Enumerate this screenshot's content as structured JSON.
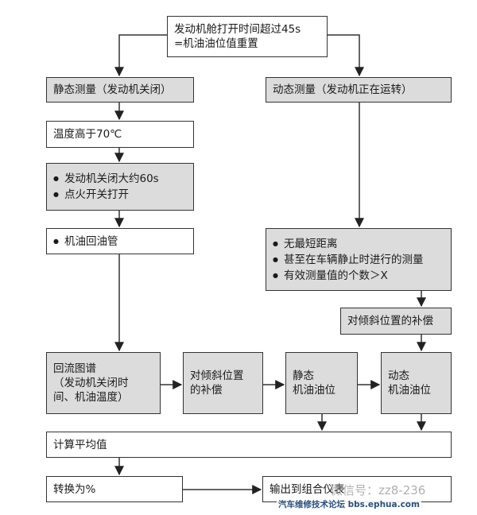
{
  "nodes": {
    "start": {
      "line1": "发动机舱打开时间超过45s",
      "line2": "=机油油位值重置"
    },
    "static_measure": {
      "label": "静态测量（发动机关闭）"
    },
    "dynamic_measure": {
      "label": "动态测量（发动机正在运转）"
    },
    "temp": {
      "label": "温度高于70℃"
    },
    "engine_off": {
      "items": [
        "发动机关闭大约60s",
        "点火开关打开"
      ]
    },
    "oil_return": {
      "items": [
        "机油回油管"
      ]
    },
    "dynamic_conditions": {
      "items": [
        "无最短距离",
        "甚至在车辆静止时进行的测量",
        "有效测量值的个数＞X"
      ]
    },
    "tilt_comp_right": {
      "label": "对倾斜位置的补偿"
    },
    "return_map": {
      "line1": "回流图谱",
      "line2": "（发动机关闭时",
      "line3": "间、机油温度）"
    },
    "tilt_comp_mid": {
      "line1": "对倾斜位置",
      "line2": "的补偿"
    },
    "static_oil": {
      "line1": "静态",
      "line2": "机油油位"
    },
    "dynamic_oil": {
      "line1": "动态",
      "line2": "机油油位"
    },
    "average": {
      "label": "计算平均值"
    },
    "convert": {
      "label": "转换为%"
    },
    "output": {
      "label": "输出到组合仪表"
    }
  },
  "watermark": {
    "wechat": "微信号：zz8-236",
    "site": "汽车维修技术论坛 bbs.ephua.com"
  }
}
